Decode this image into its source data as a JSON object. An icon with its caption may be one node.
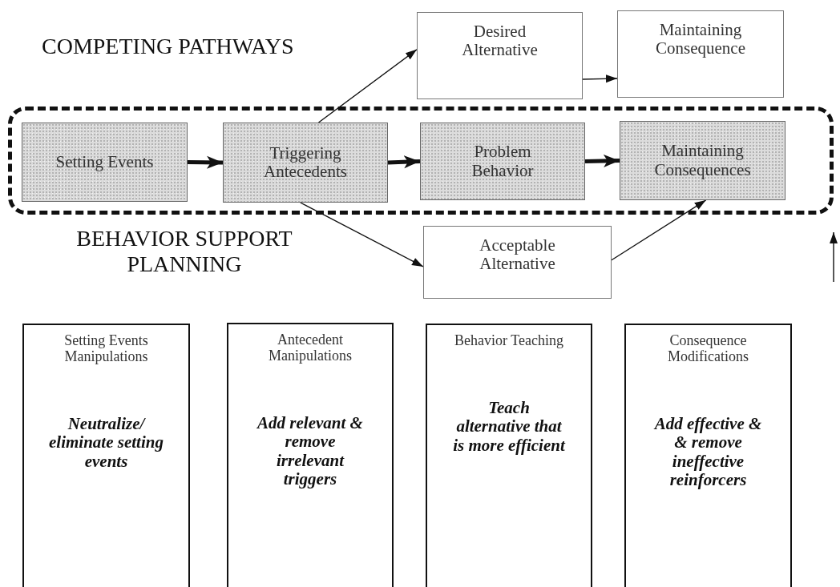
{
  "diagram": {
    "nodes": [
      {
        "text": [
          "Desired Alternative"
        ]
      },
      {
        "text": [
          "Maintaining Consequence"
        ]
      },
      {
        "text": [],
        "shape": "box"
      },
      {
        "text": [
          "Setting Events"
        ],
        "in": 2
      },
      {
        "text": [
          "Triggering Antecedents"
        ],
        "in": 2
      },
      {
        "text": [
          "Problem Behavior"
        ],
        "in": 2
      },
      {
        "text": [
          "Maintaining Consequences"
        ],
        "in": 2
      },
      {
        "text": [
          "Acceptable Alternative"
        ]
      },
      {
        "text": [
          "Setting Events Manipulations",
          "Neutralize/ eliminate setting events"
        ]
      },
      {
        "text": [
          "Antecedent Manipulations",
          "Add relevant & remove irrelevant triggers"
        ]
      },
      {
        "text": [
          "Behavior Teaching",
          "Teach alternative that is more efficient"
        ]
      },
      {
        "text": [
          "Consequence Modifications",
          "Add effective & & remove ineffective reinforcers"
        ]
      }
    ],
    "edges": [
      {
        "from": 3,
        "to": 4,
        "arrow": "to",
        "style": "thick"
      },
      {
        "from": 4,
        "to": 5,
        "arrow": "to",
        "style": "thick"
      },
      {
        "from": 5,
        "to": 6,
        "arrow": "to",
        "style": "thick"
      },
      {
        "from": 4,
        "to": 0,
        "arrow": "to"
      },
      {
        "from": 0,
        "to": 1,
        "arrow": "to"
      },
      {
        "from": 4,
        "to": 7,
        "arrow": "to"
      },
      {
        "from": 7,
        "to": 6,
        "arrow": "to"
      },
      {
        "from": null,
        "to": 2,
        "arrow": "to"
      }
    ],
    "labels": [
      "COMPETING PATHWAYS",
      "BEHAVIOR SUPPORT PLANNING"
    ]
  }
}
